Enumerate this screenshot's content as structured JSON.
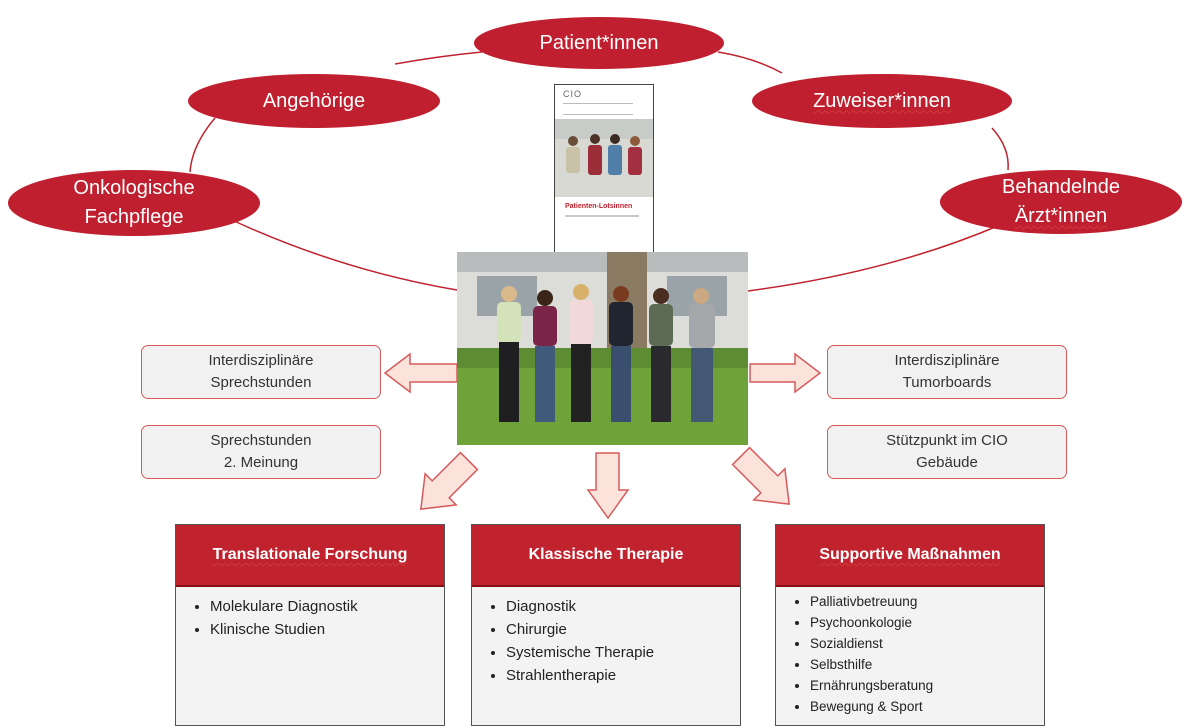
{
  "stakeholders": {
    "patients": "Patient*innen",
    "relatives": "Angehörige",
    "referrers": "Zuweiser*innen",
    "nursing": "Onkologische\nFachpflege",
    "physicians_line1": "Behandelnde",
    "physicians_line2": "Ärzt*innen"
  },
  "flyer": {
    "logo": "CIO",
    "title": "Patienten-Lotsinnen"
  },
  "side_boxes": {
    "consultations": "Interdisziplinäre\nSprechstunden",
    "second_opinion": "Sprechstunden\n2. Meinung",
    "tumorboards": "Interdisziplinäre\nTumorboards",
    "base": "Stützpunkt im CIO\nGebäude"
  },
  "columns": [
    {
      "title": "Translationale Forschung",
      "items": [
        "Molekulare Diagnostik",
        "Klinische Studien"
      ]
    },
    {
      "title": "Klassische Therapie",
      "items": [
        "Diagnostik",
        "Chirurgie",
        "Systemische Therapie",
        "Strahlentherapie"
      ]
    },
    {
      "title": "Supportive Maßnahmen",
      "items": [
        "Palliativbetreuung",
        "Psychoonkologie",
        "Sozialdienst",
        "Selbsthilfe",
        "Ernährungsberatung",
        "Bewegung & Sport"
      ]
    }
  ],
  "colors": {
    "accent": "#bf1f2e",
    "arrow_fill": "#fbe3dc",
    "arrow_stroke": "#d75a5a"
  }
}
